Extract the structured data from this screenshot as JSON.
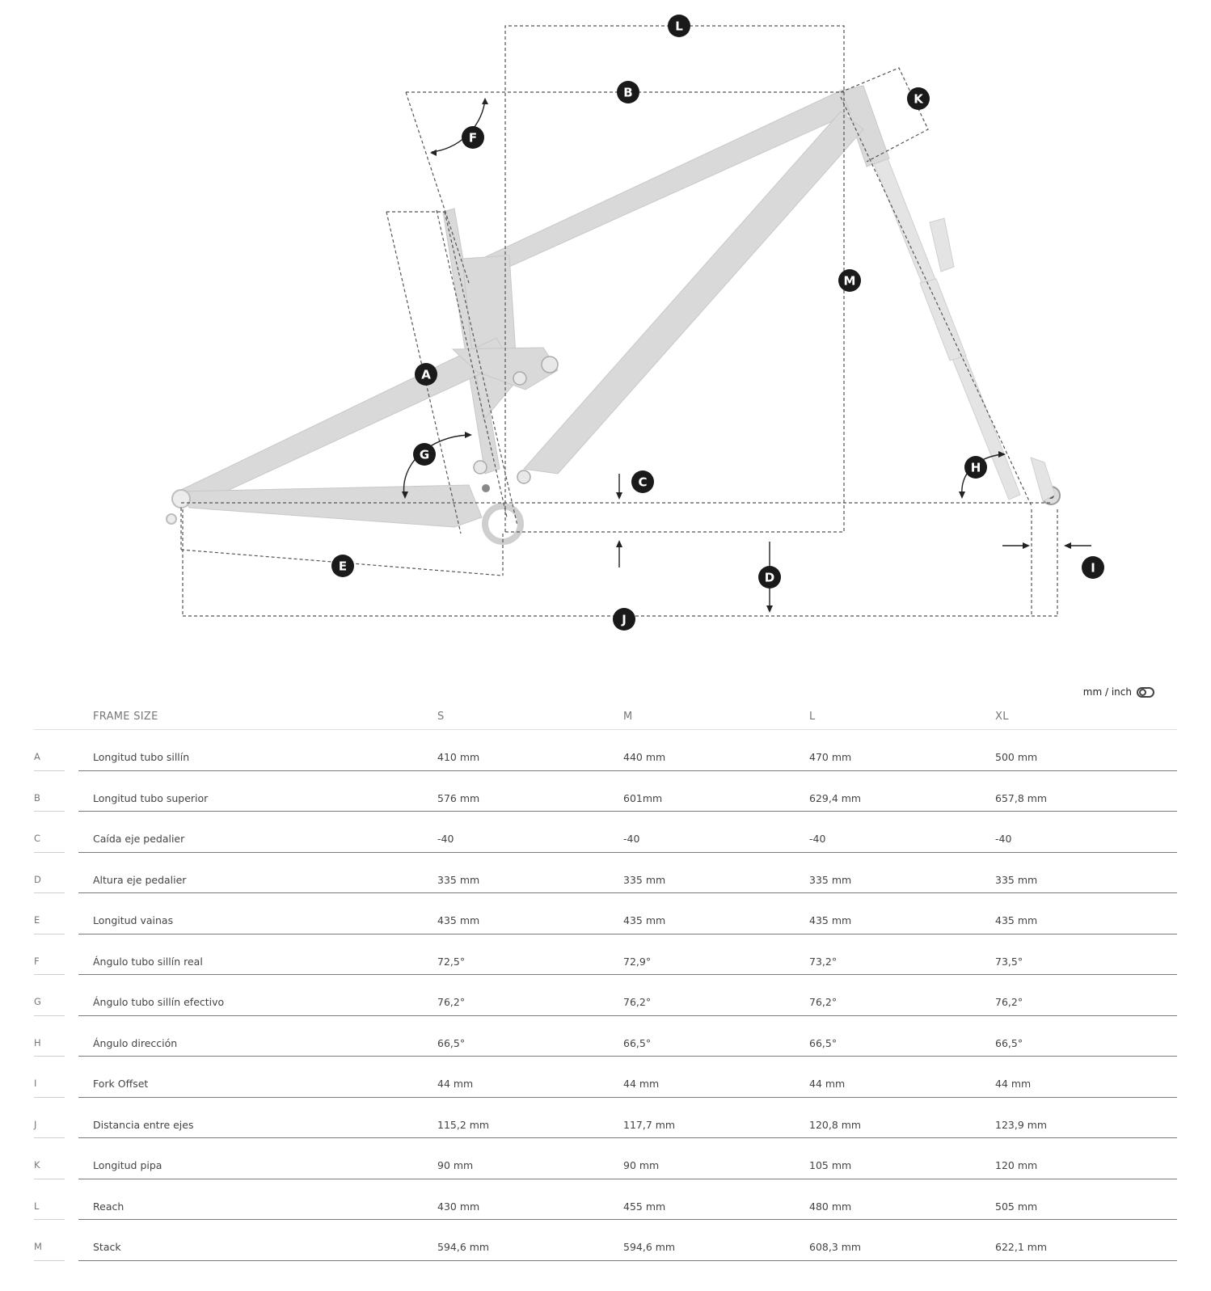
{
  "markers": {
    "A": "A",
    "B": "B",
    "C": "C",
    "D": "D",
    "E": "E",
    "F": "F",
    "G": "G",
    "H": "H",
    "I": "I",
    "J": "J",
    "K": "K",
    "L": "L",
    "M": "M"
  },
  "unit_toggle": {
    "label": "mm / inch"
  },
  "table": {
    "headers": {
      "frame_size": "FRAME SIZE",
      "s": "S",
      "m": "M",
      "l": "L",
      "xl": "XL"
    },
    "rows": [
      {
        "letter": "A",
        "name": "Longitud tubo sillín",
        "s": "410 mm",
        "m": "440 mm",
        "l": "470 mm",
        "xl": "500 mm"
      },
      {
        "letter": "B",
        "name": "Longitud tubo superior",
        "s": "576 mm",
        "m": "601mm",
        "l": "629,4 mm",
        "xl": "657,8 mm"
      },
      {
        "letter": "C",
        "name": "Caída eje pedalier",
        "s": "-40",
        "m": "-40",
        "l": "-40",
        "xl": "-40"
      },
      {
        "letter": "D",
        "name": "Altura eje pedalier",
        "s": "335 mm",
        "m": "335 mm",
        "l": "335 mm",
        "xl": "335 mm"
      },
      {
        "letter": "E",
        "name": "Longitud vainas",
        "s": "435 mm",
        "m": "435 mm",
        "l": "435 mm",
        "xl": "435 mm"
      },
      {
        "letter": "F",
        "name": "Ángulo tubo sillín real",
        "s": "72,5°",
        "m": "72,9°",
        "l": "73,2°",
        "xl": "73,5°"
      },
      {
        "letter": "G",
        "name": "Ángulo tubo sillín efectivo",
        "s": "76,2°",
        "m": "76,2°",
        "l": "76,2°",
        "xl": "76,2°"
      },
      {
        "letter": "H",
        "name": "Ángulo dirección",
        "s": "66,5°",
        "m": "66,5°",
        "l": "66,5°",
        "xl": "66,5°"
      },
      {
        "letter": "I",
        "name": "Fork Offset",
        "s": "44 mm",
        "m": "44 mm",
        "l": "44 mm",
        "xl": "44 mm"
      },
      {
        "letter": "J",
        "name": "Distancia entre ejes",
        "s": "115,2 mm",
        "m": "117,7 mm",
        "l": "120,8 mm",
        "xl": "123,9 mm"
      },
      {
        "letter": "K",
        "name": "Longitud pipa",
        "s": "90 mm",
        "m": "90 mm",
        "l": "105 mm",
        "xl": "120 mm"
      },
      {
        "letter": "L",
        "name": "Reach",
        "s": "430 mm",
        "m": "455 mm",
        "l": "480 mm",
        "xl": "505 mm"
      },
      {
        "letter": "M",
        "name": "Stack",
        "s": "594,6 mm",
        "m": "594,6 mm",
        "l": "608,3 mm",
        "xl": "622,1 mm"
      }
    ]
  }
}
